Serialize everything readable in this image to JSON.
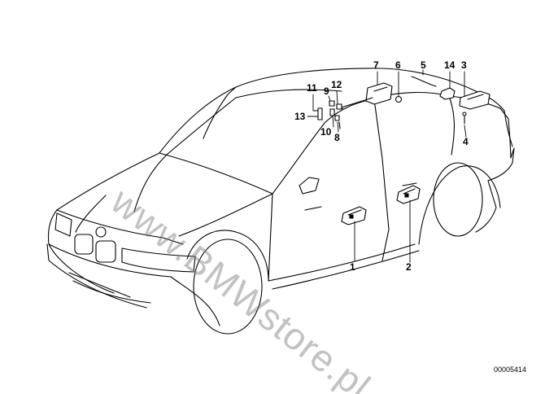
{
  "watermark": "www.BMWstore.pl",
  "drawing_number": "00005414",
  "callouts": {
    "c1": "1",
    "c2": "2",
    "c3": "3",
    "c4": "4",
    "c5": "5",
    "c6": "6",
    "c7": "7",
    "c8": "8",
    "c9": "9",
    "c10": "10",
    "c11": "11",
    "c12": "12",
    "c13": "13",
    "c14": "14"
  }
}
